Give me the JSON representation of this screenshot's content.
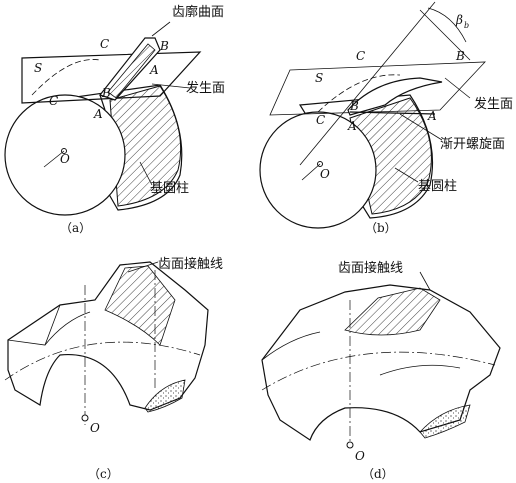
{
  "panel_a": {
    "caption": "（a）",
    "label_tooth_profile": "齿廓曲面",
    "label_generating_plane": "发生面",
    "label_base_cylinder": "基圆柱",
    "pt_S": "S",
    "pt_C_top": "C",
    "pt_C_bot": "C",
    "pt_B_top": "B",
    "pt_B_bot": "B",
    "pt_A_top": "A",
    "pt_A_bot": "A",
    "pt_O": "O"
  },
  "panel_b": {
    "caption": "（b）",
    "label_beta": "β",
    "label_beta_sub": "b",
    "label_generating_plane": "发生面",
    "label_involute_helicoid": "渐开螺旋面",
    "label_base_cylinder": "基圆柱",
    "pt_S": "S",
    "pt_C_top": "C",
    "pt_C_bot": "C",
    "pt_B_top": "B",
    "pt_B_bot": "B",
    "pt_A_top": "A",
    "pt_A_bot": "A",
    "pt_O": "O"
  },
  "panel_c": {
    "caption": "（c）",
    "label_contact_line": "齿面接触线",
    "pt_O": "O"
  },
  "panel_d": {
    "caption": "（d）",
    "label_contact_line": "齿面接触线",
    "pt_O": "O"
  }
}
